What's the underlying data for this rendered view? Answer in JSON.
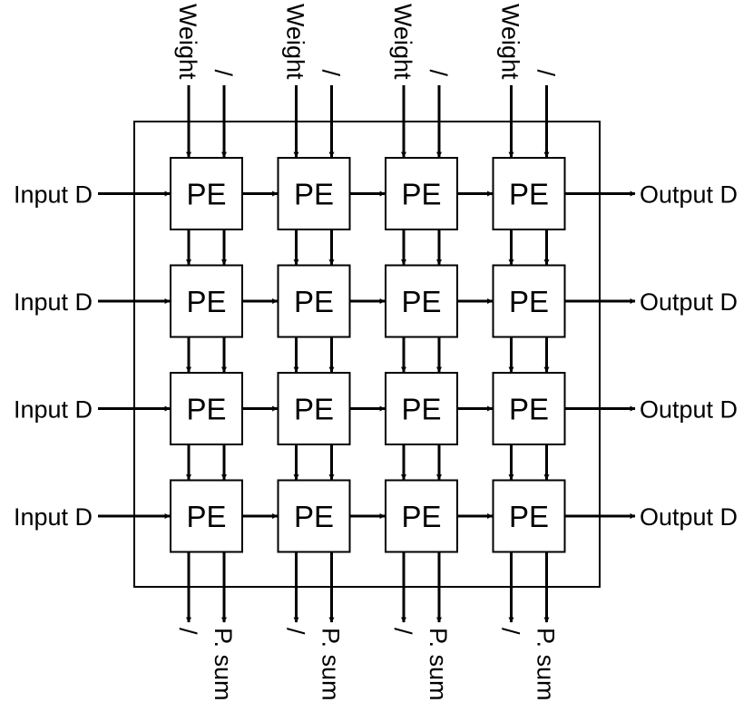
{
  "diagram": {
    "rows": 4,
    "cols": 4,
    "pe_label": "PE",
    "input_label": "Input D",
    "output_label": "Output D",
    "top_inputs": [
      "Weight",
      "/"
    ],
    "bottom_outputs": [
      "/",
      "P. sum"
    ]
  },
  "colors": {
    "stroke": "#000000",
    "background": "#ffffff"
  }
}
